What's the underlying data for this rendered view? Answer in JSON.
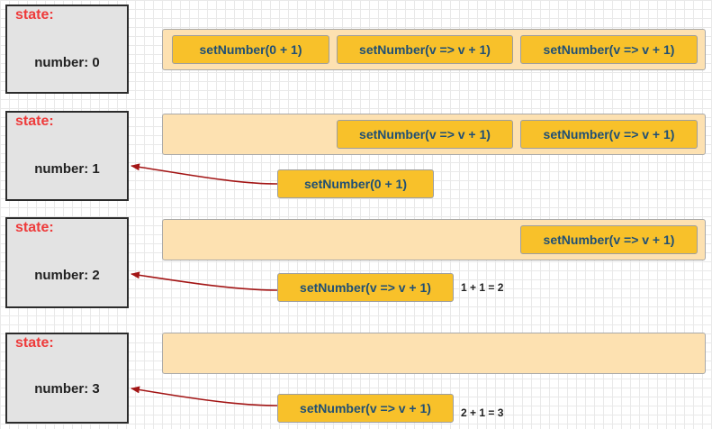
{
  "state_label": "state:",
  "numbers": [
    "number: 0",
    "number: 1",
    "number: 2",
    "number: 3"
  ],
  "calls": {
    "reset": "setNumber(0 + 1)",
    "increment": "setNumber(v => v + 1)"
  },
  "calculations": [
    "1 + 1 = 2",
    "2 + 1 = 3"
  ],
  "colors": {
    "state_label": "#ee3b3b",
    "call_fill": "#f8c12a",
    "call_text": "#1f4f75",
    "queue_fill": "#fde1b1",
    "arrow": "#a31515"
  }
}
